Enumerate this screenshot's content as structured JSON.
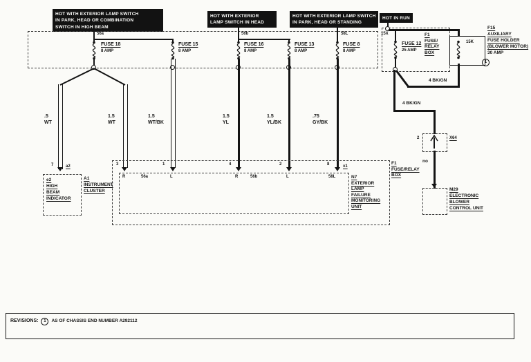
{
  "header_boxes": {
    "box1": [
      "HOT WITH EXTERIOR LAMP SWITCH",
      "IN PARK, HEAD OR COMBINATION",
      "SWITCH IN HIGH BEAM"
    ],
    "box2": [
      "HOT WITH EXTERIOR",
      "LAMP SWITCH IN HEAD"
    ],
    "box3": [
      "HOT WITH EXTERIOR LAMP SWITCH",
      "IN PARK, HEAD OR STANDING"
    ],
    "box4": "HOT IN RUN"
  },
  "fuses": {
    "f18": {
      "name": "FUSE 18",
      "rating": "8 AMP"
    },
    "f15": {
      "name": "FUSE 15",
      "rating": "8 AMP"
    },
    "f16": {
      "name": "FUSE 16",
      "rating": "8 AMP"
    },
    "f13": {
      "name": "FUSE 13",
      "rating": "8 AMP"
    },
    "f8": {
      "name": "FUSE 8",
      "rating": "8 AMP"
    },
    "f12": {
      "name": "FUSE 12",
      "rating": "25 AMP"
    },
    "aux": {
      "code": "15K"
    }
  },
  "terminals": {
    "t56a": "56a",
    "t56b": "56b",
    "t58l": "58L",
    "t15x": "15X"
  },
  "wires": {
    "wt_small": [
      ".5",
      "WT"
    ],
    "wt": [
      "1.5",
      "WT"
    ],
    "wtbk": [
      "1.5",
      "WT/BK"
    ],
    "yl": [
      "1.5",
      "YL"
    ],
    "ylbk": [
      "1.5",
      "YL/BK"
    ],
    "gybk": [
      ".75",
      "GY/BK"
    ],
    "bkgn_upper": "4 BK/GN",
    "bkgn_lower": "4 BK/GN",
    "no_label": "no"
  },
  "pins": {
    "a1_pin": "7",
    "a1_conn": "a2",
    "n7_pins": [
      "3",
      "1",
      "4",
      "2",
      "8"
    ],
    "n7_conn": "x1",
    "n7_terminals": [
      "R",
      "56a",
      "L",
      "R",
      "56b",
      "L",
      "58L"
    ],
    "x64_pin": "2"
  },
  "components": {
    "e2": [
      "e2",
      "HIGH",
      "BEAM",
      "INDICATOR"
    ],
    "a1": [
      "A1",
      "INSTRUMENT",
      "CLUSTER"
    ],
    "n7": [
      "N7",
      "EXTERIOR",
      "LAMP",
      "FAILURE",
      "MONITORING",
      "UNIT"
    ],
    "f1_top": [
      "F1",
      "FUSE/",
      "RELAY",
      "BOX"
    ],
    "f1_bottom": [
      "F1",
      "FUSE/RELAY",
      "BOX"
    ],
    "f15": [
      "F15",
      "AUXILIARY",
      "FUSE HOLDER",
      "(BLOWER MOTOR)",
      "30 AMP"
    ],
    "x64": "X64",
    "m29": [
      "M29",
      "ELECTRONIC",
      "BLOWER",
      "CONTROL UNIT"
    ]
  },
  "revisions": {
    "label": "REVISIONS:",
    "mark": "1",
    "note": "AS OF CHASSIS END NUMBER A292112"
  },
  "colors": {
    "ink": "#141414",
    "paper": "#fbfbf8"
  }
}
